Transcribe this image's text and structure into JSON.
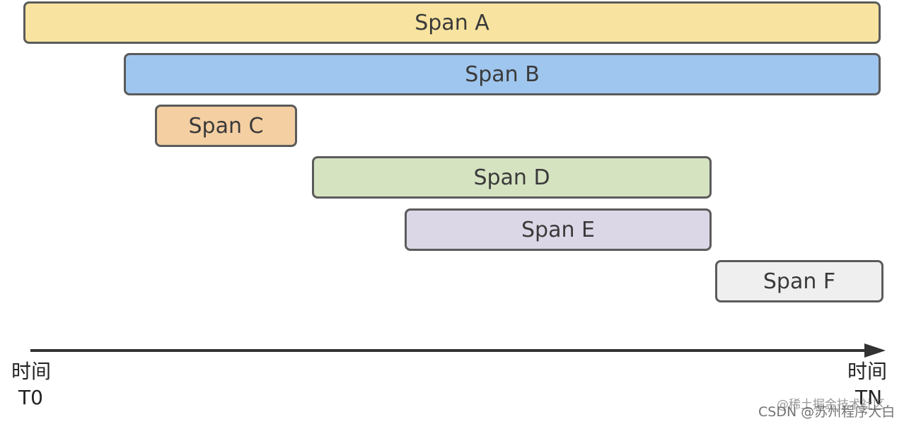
{
  "spans": [
    {
      "id": "span-a",
      "label": "Span A",
      "fill": "#f8e4a0"
    },
    {
      "id": "span-b",
      "label": "Span B",
      "fill": "#9fc6ee"
    },
    {
      "id": "span-c",
      "label": "Span C",
      "fill": "#f4cfa2"
    },
    {
      "id": "span-d",
      "label": "Span D",
      "fill": "#d6e3c1"
    },
    {
      "id": "span-e",
      "label": "Span E",
      "fill": "#dcd7e6"
    },
    {
      "id": "span-f",
      "label": "Span F",
      "fill": "#efefef"
    }
  ],
  "axis": {
    "start_label_line1": "时间",
    "start_label_line2": "T0",
    "end_label_line1": "时间",
    "end_label_line2": "TN",
    "color": "#333333"
  },
  "watermark": {
    "juejin": "@稀土掘金技术社区",
    "csdn": "CSDN @苏州程序大白"
  }
}
